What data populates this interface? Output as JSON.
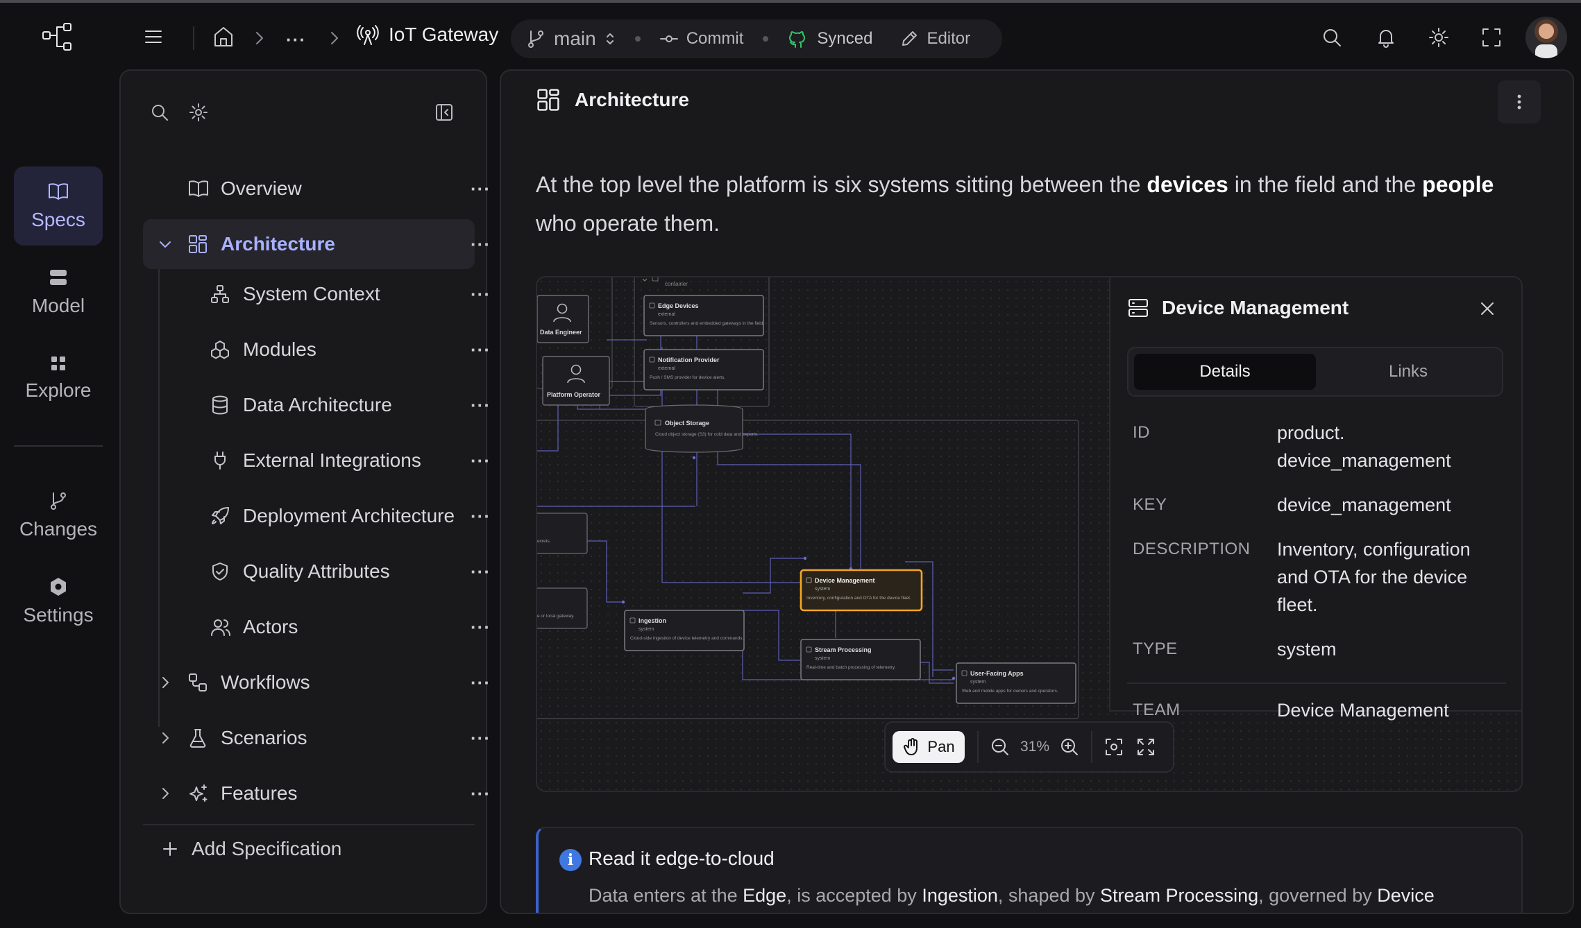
{
  "topbar": {
    "breadcrumb_more": "···",
    "project": "IoT Gateway",
    "branch": "main",
    "commit_label": "Commit",
    "synced_label": "Synced",
    "editor_label": "Editor",
    "icons": [
      "logo-icon",
      "menu-icon",
      "home-icon",
      "search-icon",
      "bell-icon",
      "sun-icon",
      "fullscreen-icon"
    ]
  },
  "rail": {
    "items": [
      {
        "label": "Specs",
        "icon": "book-icon",
        "active": true
      },
      {
        "label": "Model",
        "icon": "database-icon"
      },
      {
        "label": "Explore",
        "icon": "grid-icon"
      },
      {
        "label": "Changes",
        "icon": "branch-icon"
      },
      {
        "label": "Settings",
        "icon": "gear-icon"
      }
    ]
  },
  "specs": {
    "more": "···",
    "tree": [
      {
        "label": "Overview",
        "icon": "book-icon"
      },
      {
        "label": "Architecture",
        "icon": "layout-icon",
        "active": true,
        "expanded": true
      },
      {
        "label": "System Context",
        "icon": "sitemap-icon"
      },
      {
        "label": "Modules",
        "icon": "boxes-icon"
      },
      {
        "label": "Data Architecture",
        "icon": "cylinder-icon"
      },
      {
        "label": "External Integrations",
        "icon": "plug-icon"
      },
      {
        "label": "Deployment Architecture",
        "icon": "rocket-icon"
      },
      {
        "label": "Quality Attributes",
        "icon": "shield-icon"
      },
      {
        "label": "Actors",
        "icon": "users-icon"
      },
      {
        "label": "Workflows",
        "icon": "workflow-icon"
      },
      {
        "label": "Scenarios",
        "icon": "flask-icon"
      },
      {
        "label": "Features",
        "icon": "sparkles-icon"
      }
    ],
    "add_label": "Add Specification"
  },
  "main": {
    "title": "Architecture",
    "intro_a": "At the top level the platform is six systems sitting between the ",
    "intro_b": "devices",
    "intro_c": " in the field and the ",
    "intro_d": "people",
    "intro_e": " who operate them."
  },
  "diagram": {
    "nodes": [
      {
        "title": "Data Engineer"
      },
      {
        "title": "Platform Operator"
      },
      {
        "title": "Edge Devices",
        "kind": "external",
        "desc": "Sensors, controllers and embedded gateways in the field."
      },
      {
        "title": "Notification Provider",
        "kind": "external",
        "desc": "Push / SMS provider for device alerts."
      },
      {
        "title": "Object Storage",
        "desc": "Cloud object storage (S3) for cold data and exports."
      },
      {
        "title": "Device Management",
        "kind": "system",
        "desc": "Inventory, configuration and OTA for the device fleet."
      },
      {
        "title": "Ingestion",
        "kind": "system",
        "desc": "Cloud-side ingestion of device telemetry and commands."
      },
      {
        "title": "Stream Processing",
        "kind": "system",
        "desc": "Real-time and batch processing of telemetry."
      },
      {
        "title": "User-Facing Apps",
        "kind": "system",
        "desc": "Web and mobile apps for owners and operators."
      }
    ],
    "fragments": {
      "container": "container",
      "secrets": "ecrets.",
      "gateway": "e or local gateway."
    },
    "zoom": "31%",
    "pan_label": "Pan"
  },
  "details": {
    "title": "Device Management",
    "tabs": [
      "Details",
      "Links"
    ],
    "active_tab": "Details",
    "fields": [
      {
        "key": "ID",
        "value": "product.\ndevice_management"
      },
      {
        "key": "KEY",
        "value": "device_management"
      },
      {
        "key": "DESCRIPTION",
        "value": "Inventory, configuration and OTA for the device fleet."
      },
      {
        "key": "TYPE",
        "value": "system"
      },
      {
        "key": "TEAM",
        "value": "Device Management"
      }
    ]
  },
  "callout": {
    "title": "Read it edge-to-cloud",
    "b1": "Data enters at the ",
    "e1": "Edge",
    "b2": ", is accepted by ",
    "e2": "Ingestion",
    "b3": ", shaped by ",
    "e3": "Stream Processing",
    "b4": ", governed by ",
    "e4": "Device"
  },
  "colors": {
    "accent": "#a9b2ff",
    "selected": "#f5a623",
    "synced": "#35c46a",
    "info": "#3f78e0"
  }
}
